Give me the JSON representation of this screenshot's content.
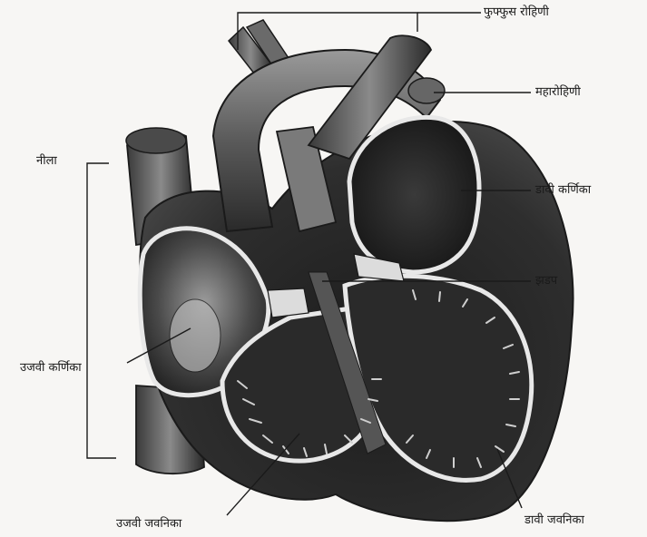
{
  "labels": {
    "pulmonary_artery": "फुफ्फुस रोहिणी",
    "aorta": "महारोहिणी",
    "vein": "नीला",
    "left_atrium": "डावी कर्णिका",
    "valve": "झडप",
    "right_atrium": "उजवी कर्णिका",
    "right_ventricle": "उजवी जवनिका",
    "left_ventricle": "डावी जवनिका"
  },
  "colors": {
    "background": "#f7f6f4",
    "outline": "#1a1a1a",
    "muscle_dark": "#2b2b2b",
    "chamber_light": "#d9d9d9"
  }
}
